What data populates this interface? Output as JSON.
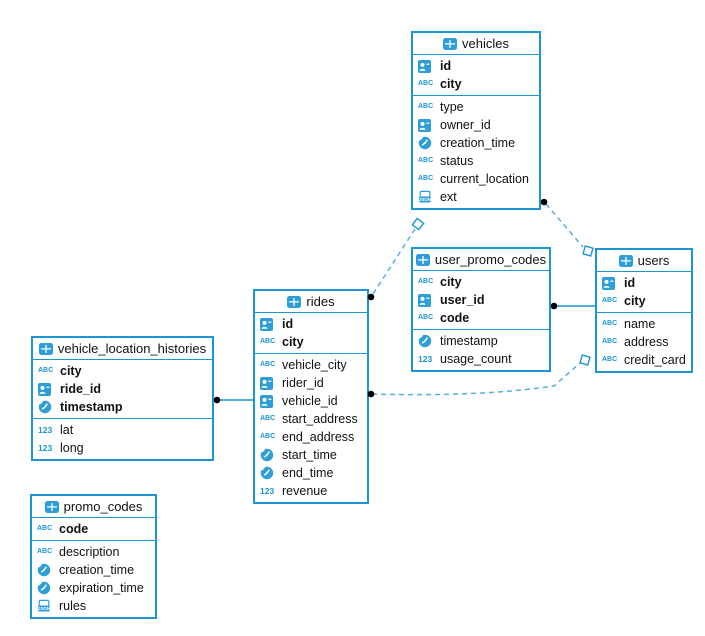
{
  "colors": {
    "accent": "#1b96d3",
    "dashed_line": "#55b0e0",
    "solid_line": "#1b96d3",
    "marker_dot": "#000000",
    "icon_blue": "#2d9ed8",
    "background": "#ffffff"
  },
  "icons": {
    "string_label": "ABC",
    "number_label": "123",
    "json_label": "JSON"
  },
  "tables": [
    {
      "name": "vehicles",
      "header_icon": "table-icon",
      "fields": [
        {
          "name": "id",
          "icon": "id-icon",
          "key": true
        },
        {
          "name": "city",
          "icon": "string-icon",
          "key": true
        },
        {
          "name": "type",
          "icon": "string-icon",
          "key": false
        },
        {
          "name": "owner_id",
          "icon": "id-icon",
          "key": false
        },
        {
          "name": "creation_time",
          "icon": "time-icon",
          "key": false
        },
        {
          "name": "status",
          "icon": "string-icon",
          "key": false
        },
        {
          "name": "current_location",
          "icon": "string-icon",
          "key": false
        },
        {
          "name": "ext",
          "icon": "json-icon",
          "key": false
        }
      ]
    },
    {
      "name": "user_promo_codes",
      "header_icon": "table-icon",
      "fields": [
        {
          "name": "city",
          "icon": "string-icon",
          "key": true
        },
        {
          "name": "user_id",
          "icon": "id-icon",
          "key": true
        },
        {
          "name": "code",
          "icon": "string-icon",
          "key": true
        },
        {
          "name": "timestamp",
          "icon": "time-icon",
          "key": false
        },
        {
          "name": "usage_count",
          "icon": "number-icon",
          "key": false
        }
      ]
    },
    {
      "name": "users",
      "header_icon": "table-icon",
      "fields": [
        {
          "name": "id",
          "icon": "id-icon",
          "key": true
        },
        {
          "name": "city",
          "icon": "string-icon",
          "key": true
        },
        {
          "name": "name",
          "icon": "string-icon",
          "key": false
        },
        {
          "name": "address",
          "icon": "string-icon",
          "key": false
        },
        {
          "name": "credit_card",
          "icon": "string-icon",
          "key": false
        }
      ]
    },
    {
      "name": "rides",
      "header_icon": "table-icon",
      "fields": [
        {
          "name": "id",
          "icon": "id-icon",
          "key": true
        },
        {
          "name": "city",
          "icon": "string-icon",
          "key": true
        },
        {
          "name": "vehicle_city",
          "icon": "string-icon",
          "key": false
        },
        {
          "name": "rider_id",
          "icon": "id-icon",
          "key": false
        },
        {
          "name": "vehicle_id",
          "icon": "id-icon",
          "key": false
        },
        {
          "name": "start_address",
          "icon": "string-icon",
          "key": false
        },
        {
          "name": "end_address",
          "icon": "string-icon",
          "key": false
        },
        {
          "name": "start_time",
          "icon": "time-icon",
          "key": false
        },
        {
          "name": "end_time",
          "icon": "time-icon",
          "key": false
        },
        {
          "name": "revenue",
          "icon": "number-icon",
          "key": false
        }
      ]
    },
    {
      "name": "vehicle_location_histories",
      "header_icon": "table-icon",
      "fields": [
        {
          "name": "city",
          "icon": "string-icon",
          "key": true
        },
        {
          "name": "ride_id",
          "icon": "id-icon",
          "key": true
        },
        {
          "name": "timestamp",
          "icon": "time-icon",
          "key": true
        },
        {
          "name": "lat",
          "icon": "number-icon",
          "key": false
        },
        {
          "name": "long",
          "icon": "number-icon",
          "key": false
        }
      ]
    },
    {
      "name": "promo_codes",
      "header_icon": "table-icon",
      "fields": [
        {
          "name": "code",
          "icon": "string-icon",
          "key": true
        },
        {
          "name": "description",
          "icon": "string-icon",
          "key": false
        },
        {
          "name": "creation_time",
          "icon": "time-icon",
          "key": false
        },
        {
          "name": "expiration_time",
          "icon": "time-icon",
          "key": false
        },
        {
          "name": "rules",
          "icon": "json-icon",
          "key": false
        }
      ]
    }
  ],
  "relationships": [
    {
      "from": "vehicles",
      "to": "users",
      "style": "dashed",
      "from_marker": "dot",
      "to_marker": "square"
    },
    {
      "from": "rides",
      "to": "vehicles",
      "style": "dashed",
      "from_marker": "dot",
      "to_marker": "square"
    },
    {
      "from": "user_promo_codes",
      "to": "users",
      "style": "solid",
      "from_marker": "dot",
      "to_marker": "none"
    },
    {
      "from": "rides",
      "to": "users",
      "style": "dashed",
      "from_marker": "dot",
      "to_marker": "square"
    },
    {
      "from": "vehicle_location_histories",
      "to": "rides",
      "style": "solid",
      "from_marker": "dot",
      "to_marker": "none"
    }
  ]
}
